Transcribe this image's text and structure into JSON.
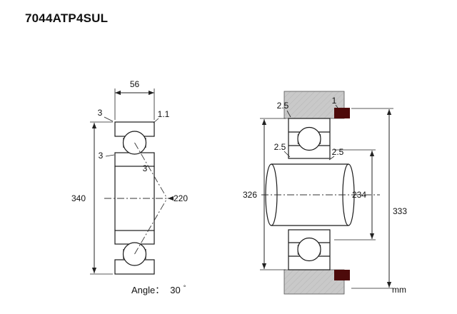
{
  "title": "7044ATP4SUL",
  "unit_label": "mm",
  "angle": {
    "label": "Angle：",
    "value": "30",
    "degree": "°"
  },
  "front_view": {
    "width": "56",
    "outer_diameter": "340",
    "bore_diameter": "220",
    "chamfer_top_left": "3",
    "chamfer_top_right": "1.1",
    "chamfer_inner_left": "3",
    "chamfer_center": "3"
  },
  "mounting_view": {
    "housing_fillet": "2.5",
    "housing_chamfer": "1",
    "shaft_fillet_left": "2.5",
    "shaft_fillet_right": "2.5",
    "housing_shoulder_diameter": "326",
    "shaft_shoulder_diameter": "234",
    "abutment_diameter": "333"
  },
  "colors": {
    "ring": "#e8572e",
    "ring_hatch": "#b53a12",
    "housing": "#c9c9c9",
    "housing_hatch": "#b0b0b0",
    "accent_dark": "#4d0a0a",
    "line": "#1a1a1a"
  }
}
